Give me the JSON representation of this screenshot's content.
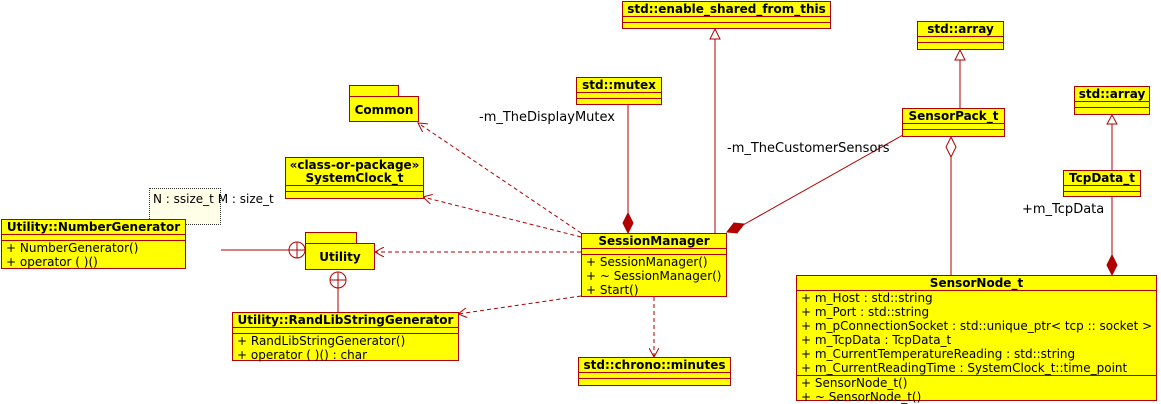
{
  "labels": {
    "display_mutex": "-m_TheDisplayMutex",
    "customer_sensors": "-m_TheCustomerSensors",
    "tcp_data": "+m_TcpData"
  },
  "classes": {
    "enable_shared": {
      "name": "std::enable_shared_from_this"
    },
    "array_top": {
      "name": "std::array"
    },
    "array_right": {
      "name": "std::array"
    },
    "mutex": {
      "name": "std::mutex"
    },
    "sensor_pack": {
      "name": "SensorPack_t"
    },
    "tcp_data_t": {
      "name": "TcpData_t"
    },
    "system_clock": {
      "stereotype": "«class-or-package»",
      "name": "SystemClock_t"
    },
    "number_generator": {
      "name": "Utility::NumberGenerator",
      "template": [
        "N : ssize_t",
        "M : size_t"
      ],
      "operations": [
        "+ NumberGenerator()",
        "+ operator ( )()"
      ]
    },
    "session_manager": {
      "name": "SessionManager",
      "operations": [
        "+ SessionManager()",
        "+ ~ SessionManager()",
        "+ Start()"
      ]
    },
    "rand_lib": {
      "name": "Utility::RandLibStringGenerator",
      "operations": [
        "+ RandLibStringGenerator()",
        "+ operator ( )() : char"
      ]
    },
    "chrono_minutes": {
      "name": "std::chrono::minutes"
    },
    "sensor_node": {
      "name": "SensorNode_t",
      "attributes": [
        "+ m_Host : std::string",
        "+ m_Port : std::string",
        "+ m_pConnectionSocket : std::unique_ptr< tcp :: socket >",
        "+ m_TcpData : TcpData_t",
        "+ m_CurrentTemperatureReading : std::string",
        "+ m_CurrentReadingTime : SystemClock_t::time_point"
      ],
      "operations": [
        "+ SensorNode_t()",
        "+ ~ SensorNode_t()"
      ]
    }
  },
  "packages": {
    "common": {
      "name": "Common"
    },
    "utility": {
      "name": "Utility"
    }
  },
  "colors": {
    "fill": "#ffff00",
    "line": "#b00000",
    "template_fill": "#ffffe8"
  }
}
